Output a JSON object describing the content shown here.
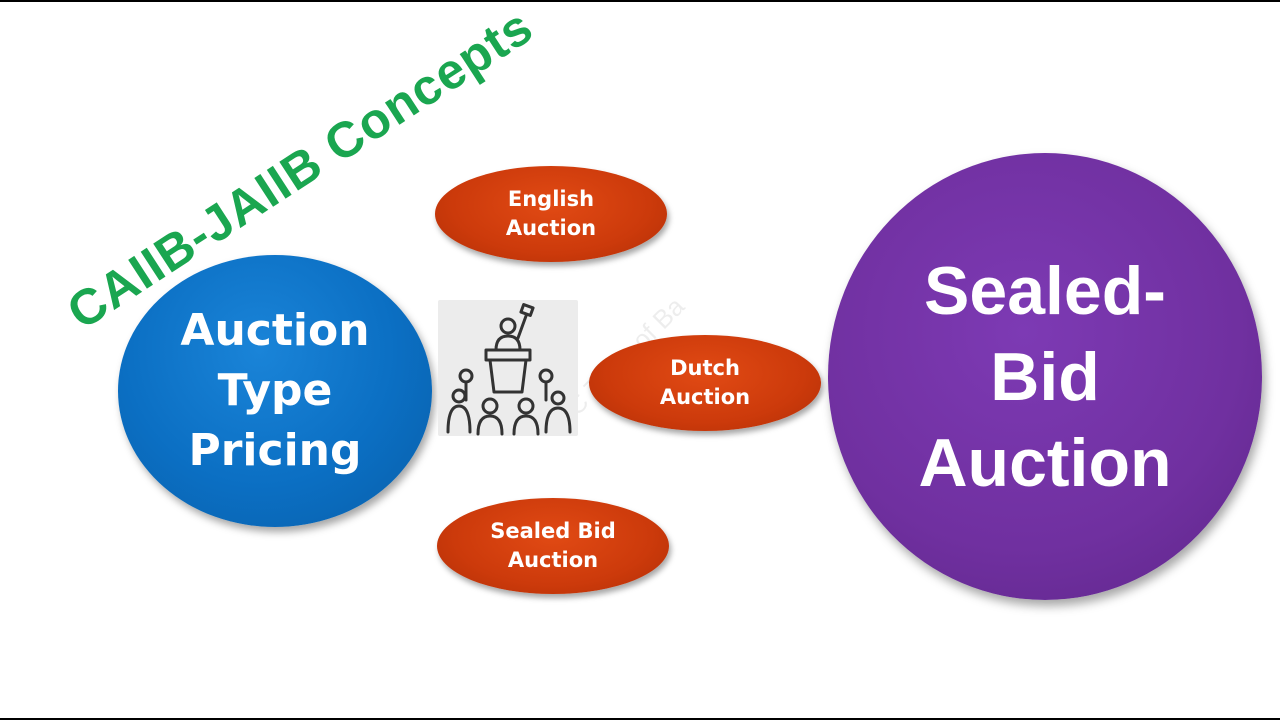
{
  "title": "CAIIB-JAIIB Concepts",
  "central_node": {
    "label_lines": [
      "Auction",
      "Type",
      "Pricing"
    ]
  },
  "branches": [
    {
      "label_lines": [
        "English",
        "Auction"
      ]
    },
    {
      "label_lines": [
        "Dutch",
        "Auction"
      ]
    },
    {
      "label_lines": [
        "Sealed Bid",
        "Auction"
      ]
    }
  ],
  "highlight_node": {
    "label_lines": [
      "Sealed-",
      "Bid",
      "Auction"
    ]
  },
  "icon": "auction-podium-icon",
  "colors": {
    "title": "#1aa650",
    "central": "#0b6fc3",
    "branch": "#cc3a0b",
    "highlight": "#7030a0"
  }
}
